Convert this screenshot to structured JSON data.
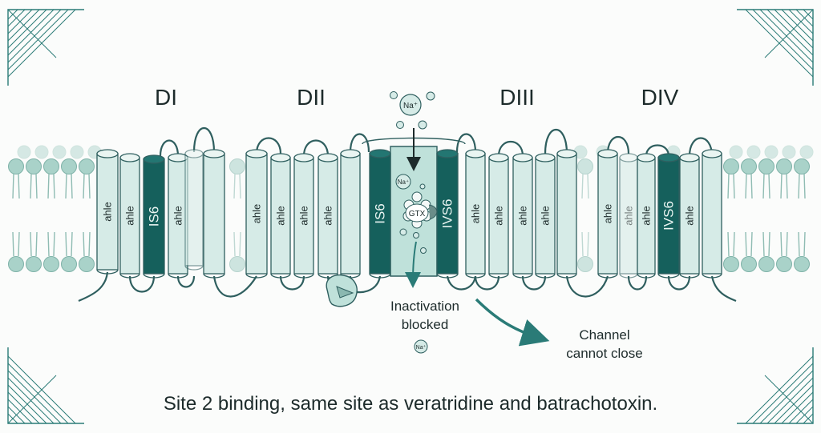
{
  "colors": {
    "background": "#fbfcfb",
    "helix_fill": "#d6ebe7",
    "helix_stroke": "#2f5f5f",
    "s6_fill": "#15605c",
    "lipid_head": "#a9d2c9",
    "pore": "#bfe1da",
    "accent": "#2a7b77",
    "ink": "#1d2b2b"
  },
  "domains": {
    "d1": "DI",
    "d2": "DII",
    "d3": "DIII",
    "d4": "DIV"
  },
  "helix_labels": {
    "generic": "ahle",
    "is6": "IS6",
    "ivs6": "IVS6"
  },
  "pore": {
    "ion_top": "Na⁺",
    "ion_inside": "Na⁺",
    "toxin": "GTX",
    "ion_bottom": "Na⁺"
  },
  "annotations": {
    "inactivation_line1": "Inactivation",
    "inactivation_line2": "blocked",
    "channel_line1": "Channel",
    "channel_line2": "cannot close"
  },
  "caption": "Site 2 binding, same site as veratridine and batrachotoxin.",
  "icons": {
    "corner_decor": "corner-hatch-icon",
    "inactivation_gate": "inactivation-gate-icon",
    "arrow": "curved-arrow-icon"
  }
}
